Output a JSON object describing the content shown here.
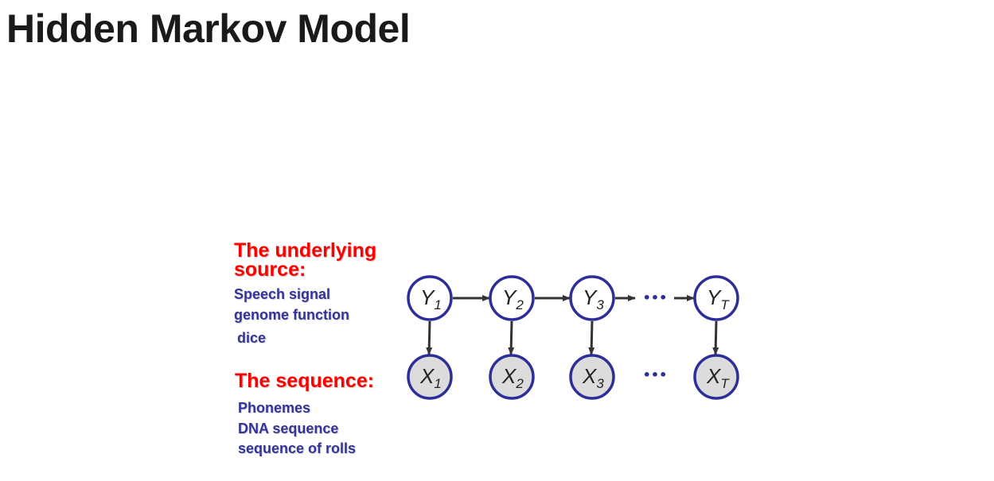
{
  "slide": {
    "title": "Hidden Markov Model"
  },
  "source_section": {
    "heading_line1": "The underlying",
    "heading_line2": "source:",
    "items": [
      "Speech signal",
      "genome function",
      "dice"
    ]
  },
  "sequence_section": {
    "heading": "The sequence:",
    "items": [
      "Phonemes",
      "DNA sequence",
      "sequence of rolls"
    ]
  },
  "diagram": {
    "hidden_nodes": [
      {
        "base": "Y",
        "sub": "1"
      },
      {
        "base": "Y",
        "sub": "2"
      },
      {
        "base": "Y",
        "sub": "3"
      },
      {
        "base": "Y",
        "sub": "T"
      }
    ],
    "observed_nodes": [
      {
        "base": "X",
        "sub": "1"
      },
      {
        "base": "X",
        "sub": "2"
      },
      {
        "base": "X",
        "sub": "3"
      },
      {
        "base": "X",
        "sub": "T"
      }
    ],
    "ellipsis": "•••",
    "colors": {
      "node_stroke": "#2e2e99",
      "hidden_fill": "#ffffff",
      "observed_fill": "#dcdcdc",
      "arrow": "#333333",
      "ellipsis": "#2e2e99",
      "heading": "#ff0000",
      "item_text": "#333399"
    }
  }
}
